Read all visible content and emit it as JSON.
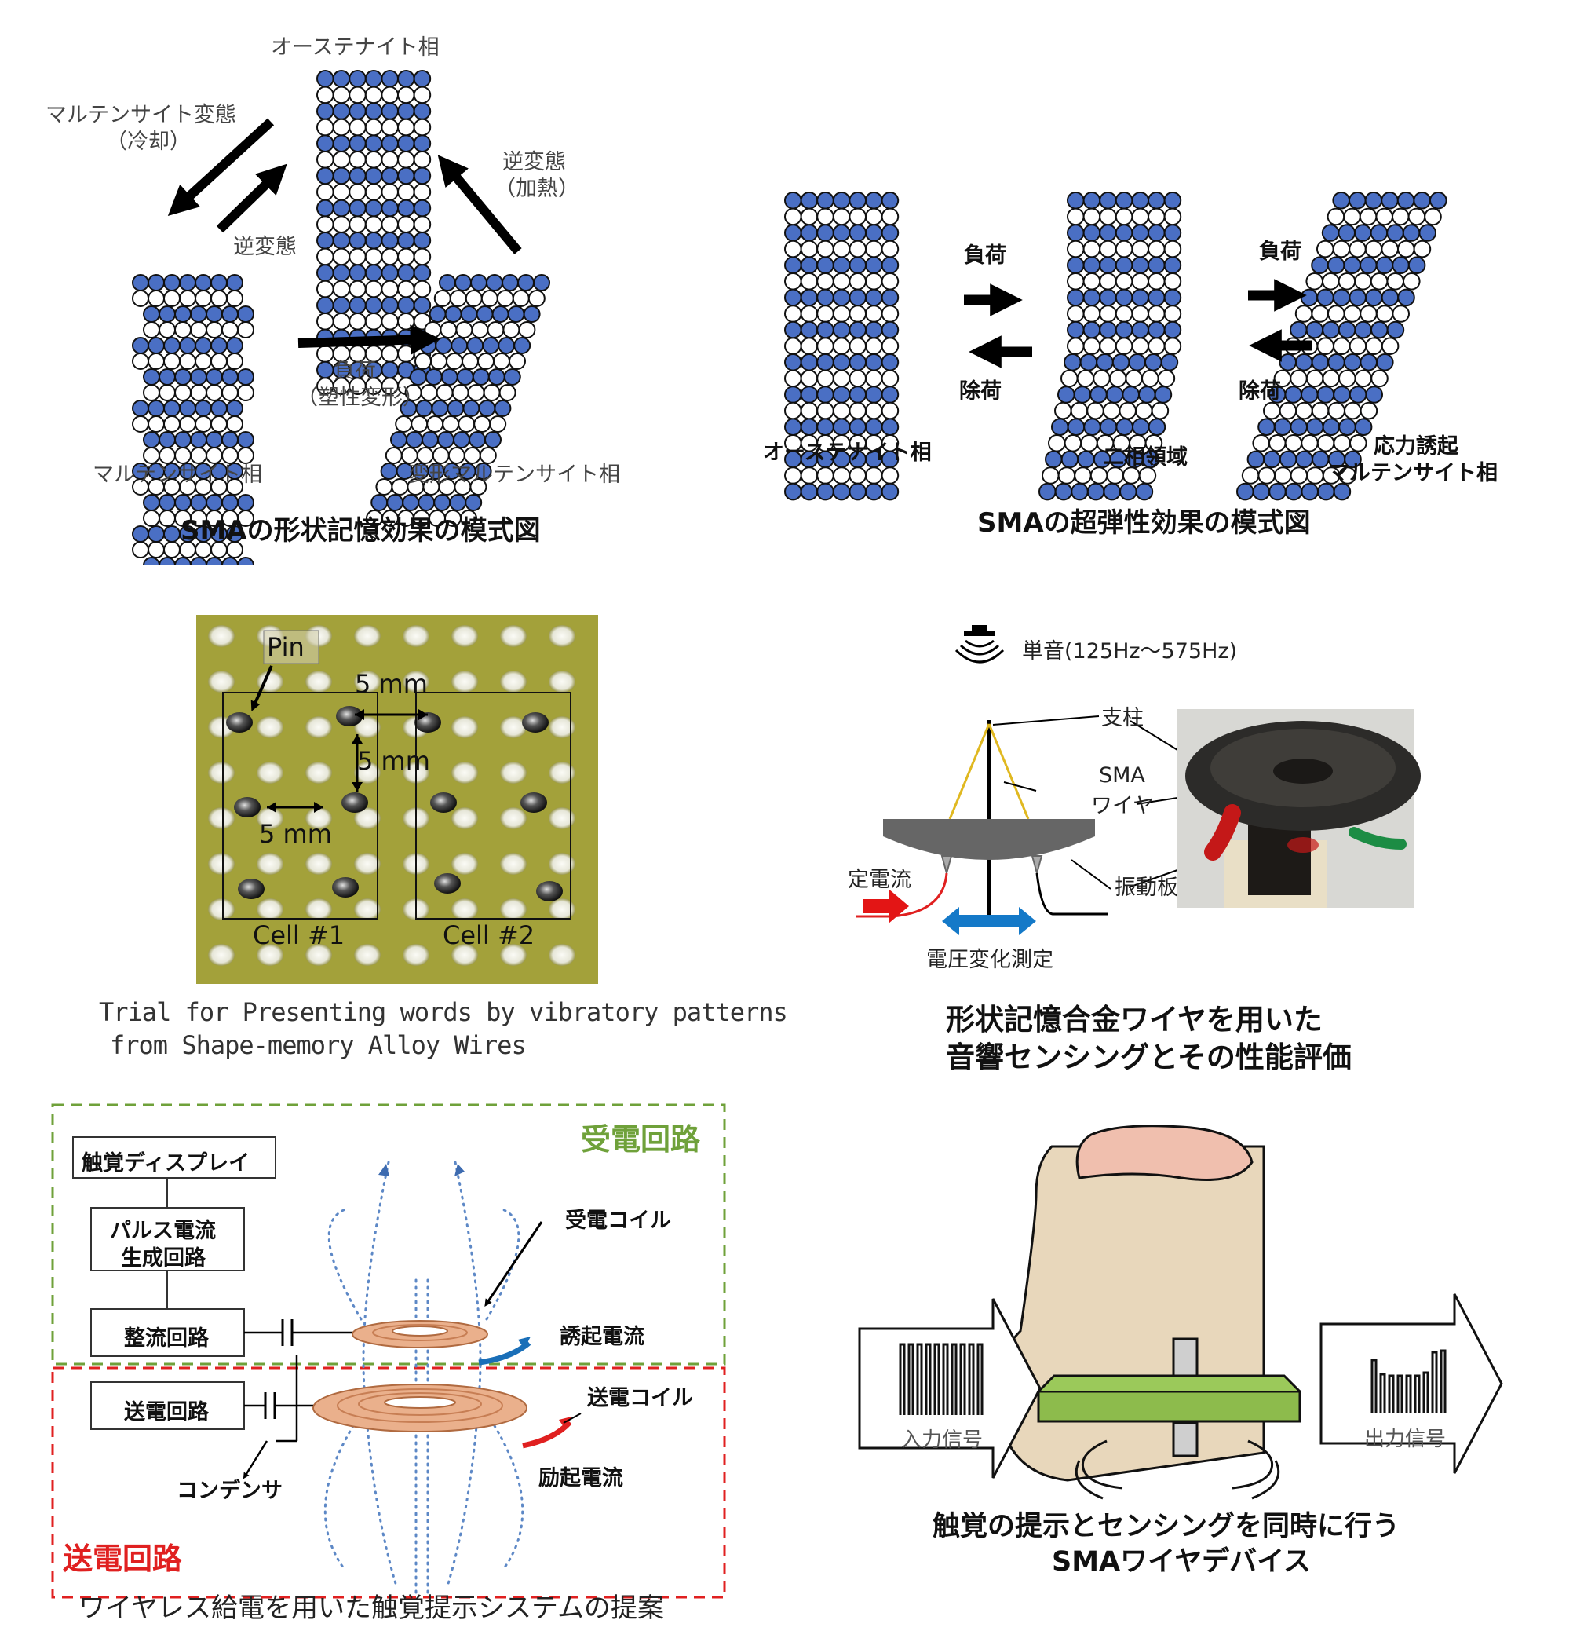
{
  "colors": {
    "atom_blue": "#4a6fc4",
    "coil": "#eab08c",
    "green_box": "#6fa13a",
    "red_box": "#e02020",
    "pcb": "#a4a23c",
    "finger": "#e8d7bb",
    "plate": "#8dbb4c"
  },
  "panel1": {
    "austenite": "オーステナイト相",
    "martensite_transform": "マルテンサイト変態",
    "cooling": "（冷却）",
    "reverse_transform": "逆変態",
    "reverse_transform2": "逆変態",
    "heating": "（加熱）",
    "load": "負荷",
    "plastic": "（塑性変形）",
    "martensite": "マルテンサイト相",
    "deformed_martensite": "変形マルテンサイト相",
    "caption": "SMAの形状記憶効果の模式図"
  },
  "panel2": {
    "load1": "負荷",
    "unload1": "除荷",
    "load2": "負荷",
    "unload2": "除荷",
    "austenite": "オーステナイト相",
    "two_phase": "二相領域",
    "stress_induced_1": "応力誘起",
    "stress_induced_2": "マルテンサイト相",
    "caption": "SMAの超弾性効果の模式図"
  },
  "panel3": {
    "pin": "Pin",
    "dim_top": "5 mm",
    "dim_mid": "5 mm",
    "dim_left": "5 mm",
    "cell1": "Cell #1",
    "cell2": "Cell #2",
    "caption_1": "Trial for Presenting words by vibratory patterns",
    "caption_2": "from Shape-memory Alloy Wires"
  },
  "panel4": {
    "tone": "単音(125Hz～575Hz)",
    "pillar": "支柱",
    "sma": "SMA",
    "wire": "ワイヤ",
    "const_current": "定電流",
    "diaphragm": "振動板",
    "voltage": "電圧変化測定",
    "caption_1": "形状記憶合金ワイヤを用いた",
    "caption_2": "音響センシングとその性能評価"
  },
  "panel5": {
    "receive_circuit": "受電回路",
    "tactile_display": "触覚ディスプレイ",
    "pulse_1": "パルス電流",
    "pulse_2": "生成回路",
    "rectifier": "整流回路",
    "receive_coil": "受電コイル",
    "induced_current": "誘起電流",
    "transmit": "送電回路",
    "transmit_coil": "送電コイル",
    "excitation": "励起電流",
    "capacitor": "コンデンサ",
    "transmit_circuit": "送電回路",
    "caption": "ワイヤレス給電を用いた触覚提示システムの提案"
  },
  "panel6": {
    "input": "入力信号",
    "output": "出力信号",
    "caption_1": "触覚の提示とセンシングを同時に行う",
    "caption_2": "SMAワイヤデバイス"
  }
}
